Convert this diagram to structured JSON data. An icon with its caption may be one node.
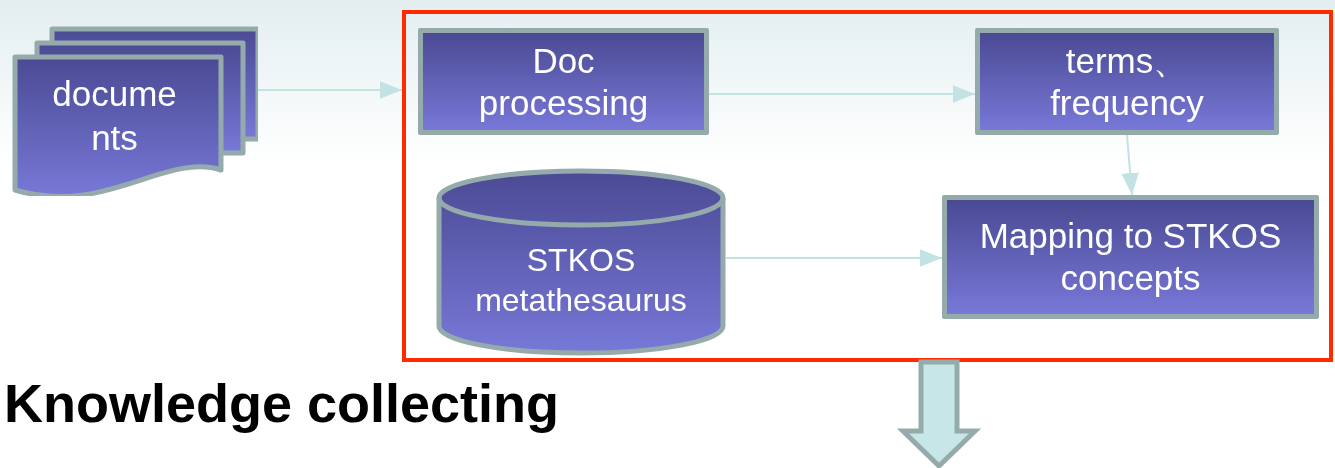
{
  "diagram": {
    "title": "Knowledge collecting",
    "nodes": [
      {
        "text": [
          "docume nts"
        ]
      },
      {
        "text": [],
        "shape": "box"
      },
      {
        "text": [
          "Doc processing"
        ],
        "in": 1
      },
      {
        "text": [
          "terms、 frequency"
        ],
        "in": 1
      },
      {
        "text": [
          "STKOS metathesaurus"
        ],
        "in": 1
      },
      {
        "text": [
          "Mapping to STKOS concepts"
        ],
        "in": 1
      }
    ],
    "edges": [
      {
        "from": 0,
        "to": 1,
        "arrow": "to"
      },
      {
        "from": 2,
        "to": 3,
        "arrow": "to"
      },
      {
        "from": 3,
        "to": 5,
        "arrow": "to"
      },
      {
        "from": 4,
        "to": 5,
        "arrow": "to"
      },
      {
        "from": 1,
        "to": null,
        "arrow": "to",
        "style": "thick"
      }
    ]
  }
}
